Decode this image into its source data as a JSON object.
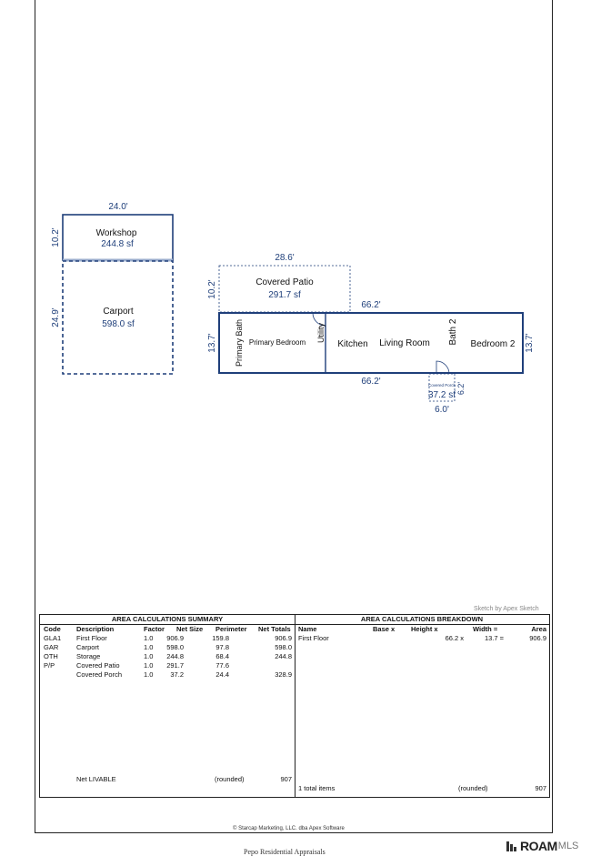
{
  "sketch": {
    "workshop": {
      "name": "Workshop",
      "area": "244.8 sf",
      "width_dim": "24.0'",
      "depth_dim": "10.2'"
    },
    "carport": {
      "name": "Carport",
      "area": "598.0 sf",
      "depth_dim": "24.9'"
    },
    "covered_patio": {
      "name": "Covered Patio",
      "area": "291.7 sf",
      "width_dim": "28.6'",
      "depth_dim": "10.2'"
    },
    "house": {
      "top_dim": "66.2'",
      "bottom_dim": "66.2'",
      "left_dim": "13.7'",
      "right_dim": "13.7'",
      "rooms": [
        "Primary Bath",
        "Primary Bedroom",
        "Utility",
        "Kitchen",
        "Living Room",
        "Bath 2",
        "Bedroom 2"
      ]
    },
    "covered_porch": {
      "name": "Covered Porch",
      "area": "37.2 sf",
      "width_dim": "6.0'",
      "depth_dim": "6.2'"
    }
  },
  "credit": "Sketch by Apex Sketch",
  "summary": {
    "title": "AREA CALCULATIONS SUMMARY",
    "headers": [
      "Code",
      "Description",
      "Factor",
      "Net Size",
      "Perimeter",
      "Net Totals"
    ],
    "rows": [
      [
        "GLA1",
        "First Floor",
        "1.0",
        "906.9",
        "159.8",
        "906.9"
      ],
      [
        "GAR",
        "Carport",
        "1.0",
        "598.0",
        "97.8",
        "598.0"
      ],
      [
        "OTH",
        "Storage",
        "1.0",
        "244.8",
        "68.4",
        "244.8"
      ],
      [
        "P/P",
        "Covered Patio",
        "1.0",
        "291.7",
        "77.6",
        ""
      ],
      [
        "",
        "Covered Porch",
        "1.0",
        "37.2",
        "24.4",
        "328.9"
      ]
    ],
    "footer": {
      "label": "Net LIVABLE",
      "rounded": "(rounded)",
      "value": "907"
    }
  },
  "breakdown": {
    "title": "AREA CALCULATIONS BREAKDOWN",
    "headers": [
      "Name",
      "Base x",
      "Height x",
      "Width =",
      "Area"
    ],
    "rows": [
      [
        "First Floor",
        "",
        "66.2 x",
        "13.7 =",
        "906.9"
      ]
    ],
    "footer": {
      "label": "1 total items",
      "rounded": "(rounded)",
      "value": "907"
    }
  },
  "copyright": "© Starcap Marketing, LLC. dba Apex Software",
  "bottom_note": "Pepo Residential Appraisals",
  "brand": {
    "name": "ROAM",
    "suffix": "MLS"
  }
}
